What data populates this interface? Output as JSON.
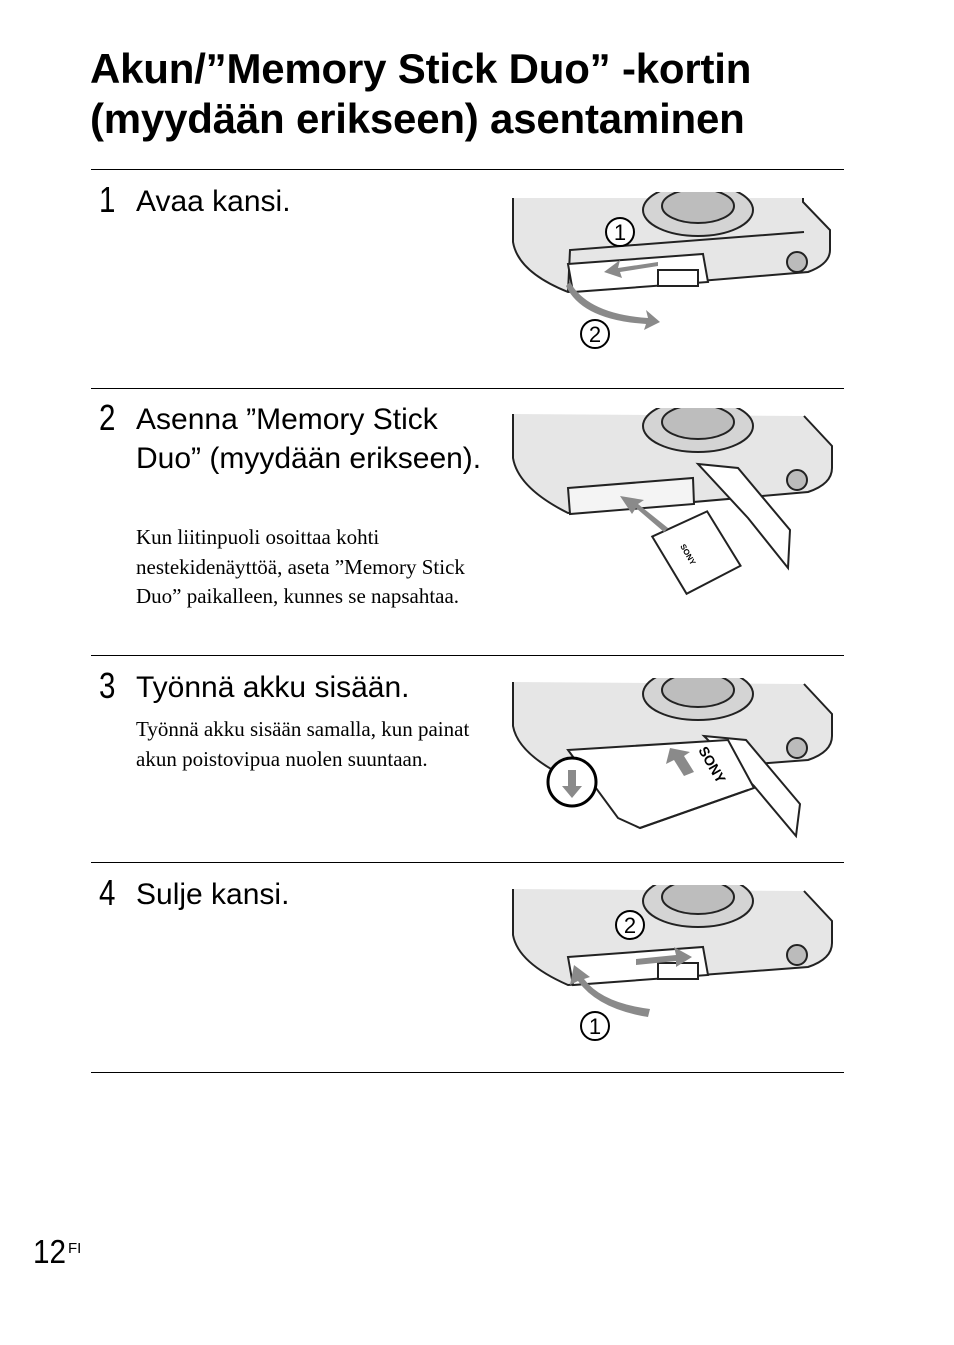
{
  "title": {
    "line1": "Akun/”Memory Stick Duo” -kortin",
    "line2": "(myydään erikseen) asentaminen"
  },
  "steps": [
    {
      "number": "1",
      "heading": "Avaa kansi.",
      "body": "",
      "callouts": [
        "1",
        "2"
      ]
    },
    {
      "number": "2",
      "heading": "Asenna ”Memory Stick Duo” (myydään erikseen).",
      "body": "Kun liitinpuoli osoittaa kohti nestekidenäyttöä, aseta ”Memory Stick Duo” paikalleen, kunnes se napsahtaa."
    },
    {
      "number": "3",
      "heading": "Työnnä akku sisään.",
      "body": "Työnnä akku sisään samalla, kun painat akun poistovipua nuolen suuntaan."
    },
    {
      "number": "4",
      "heading": "Sulje kansi.",
      "body": "",
      "callouts": [
        "2",
        "1"
      ]
    }
  ],
  "illustration_text": {
    "card_brand": "SONY",
    "battery_brand": "SONY"
  },
  "page": {
    "number": "12",
    "language": "FI"
  }
}
